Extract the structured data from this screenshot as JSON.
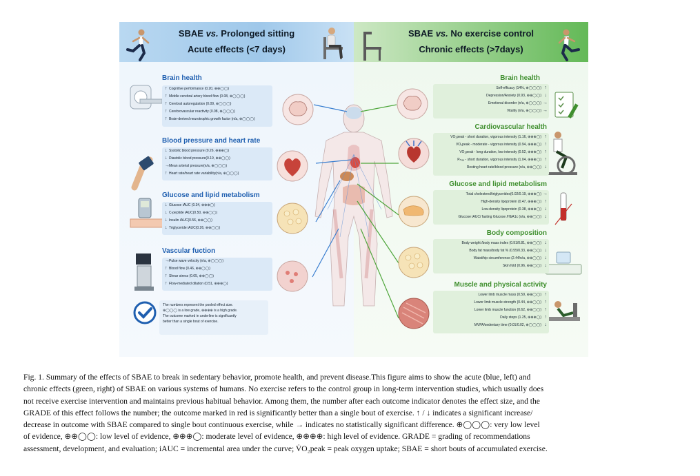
{
  "figure": {
    "left_header": {
      "prefix": "SBAE",
      "vs": "vs.",
      "comparison": "Prolonged sitting",
      "subtitle": "Acute effects (<7 days)"
    },
    "right_header": {
      "prefix": "SBAE",
      "vs": "vs.",
      "comparison": "No exercise control",
      "subtitle": "Chronic effects (>7days)"
    },
    "left_sections": [
      {
        "title": "Brain health",
        "rows": [
          {
            "arrow": "↑",
            "text": "Cognitive performance (0.20, ⊕⊕◯◯)"
          },
          {
            "arrow": "↑",
            "text": "Middle cerebral artery blood flow (0.08, ⊕◯◯◯)"
          },
          {
            "arrow": "↑",
            "text": "Cerebral autoregulation (0.09, ⊕◯◯◯)"
          },
          {
            "arrow": "↑",
            "text": "Cerebrovascular reactivity (0.08, ⊕◯◯◯)"
          },
          {
            "arrow": "↑",
            "text": "Brain-derived neurotrophic growth factor (n/a, ⊕◯◯◯)"
          }
        ]
      },
      {
        "title": "Blood pressure and heart rate",
        "rows": [
          {
            "arrow": "↓",
            "text": "Systolic blood pressure (0.26, ⊕⊕⊕◯)"
          },
          {
            "arrow": "↓",
            "text": "Diastolic blood pressure(0.19, ⊕⊕◯◯)"
          },
          {
            "arrow": "→",
            "text": "Mean arterial pressure(n/a, ⊕◯◯◯)"
          },
          {
            "arrow": "↑",
            "text": "Heart rate/heart rate variability(n/a, ⊕◯◯◯)"
          }
        ]
      },
      {
        "title": "Glucose and lipid metabolism",
        "rows": [
          {
            "arrow": "↓",
            "text": "Glucose iAUC (0.34, ⊕⊕⊕◯)"
          },
          {
            "arrow": "↓",
            "text": "C-peptide iAUC(0.50, ⊕⊕◯◯)"
          },
          {
            "arrow": "↓",
            "text": "Insulin iAUC(0.56, ⊕⊕◯◯)"
          },
          {
            "arrow": "↓",
            "text": "Triglyceride iAUC(0.26, ⊕⊕◯◯)"
          }
        ]
      },
      {
        "title": "Vascular fuction",
        "rows": [
          {
            "arrow": "→",
            "text": "Pulse wave velocity (n/a, ⊕◯◯◯)"
          },
          {
            "arrow": "↑",
            "text": "Blood flow (0.46, ⊕⊕◯◯)"
          },
          {
            "arrow": "↑",
            "text": "Shear stress (0.65, ⊕⊕◯◯)"
          },
          {
            "arrow": "↑",
            "text": "Flow-mediated dilation (0.51, ⊕⊕⊕◯)"
          }
        ]
      }
    ],
    "right_sections": [
      {
        "title": "Brain health",
        "rows": [
          {
            "arrow": "↑",
            "text": "Self-efficacy (14%, ⊕◯◯◯)"
          },
          {
            "arrow": "↓",
            "text": "Depression/Anxiety (0.93, ⊕⊕◯◯)"
          },
          {
            "arrow": "→",
            "text": "Emotional disorder (n/a, ⊕◯◯◯)"
          },
          {
            "arrow": "→",
            "text": "Vitality (n/a, ⊕◯◯◯)"
          }
        ]
      },
      {
        "title": "Cardiovascular health",
        "rows": [
          {
            "arrow": "↑",
            "text": "VO₂peak - short duration, vigorous intensity (1.16, ⊕⊕⊕◯)"
          },
          {
            "arrow": "↑",
            "text": "VO₂peak - moderate - vigorous intensity (0.94, ⊕⊕⊕◯)"
          },
          {
            "arrow": "↑",
            "text": "VO₂peak - long duration, low intensity (0.52, ⊕⊕⊕◯)"
          },
          {
            "arrow": "↑",
            "text": "Pₘₐₓ - short duration, vigorous intensity (1.04, ⊕⊕⊕◯)"
          },
          {
            "arrow": "↓",
            "text": "Resting heart rate/blood pressure (n/a, ⊕⊕◯◯)"
          }
        ]
      },
      {
        "title": "Glucose and lipid metabolism",
        "rows": [
          {
            "arrow": "→",
            "text": "Total cholesterol/triglycerides(0.02/0.19, ⊕⊕⊕◯)"
          },
          {
            "arrow": "↑",
            "text": "High-density lipoprotein (0.47, ⊕⊕⊕◯)"
          },
          {
            "arrow": "↓",
            "text": "Low-density lipoprotein (0.38, ⊕⊕⊕◯)"
          },
          {
            "arrow": "↓",
            "text": "Glucose iAUC/ fasting Glucose /HbA1c (n/a, ⊕⊕◯◯)"
          }
        ]
      },
      {
        "title": "Body composition",
        "rows": [
          {
            "arrow": "↓",
            "text": "Body weight /body mass index (0.91/0.81, ⊕⊕◯◯)"
          },
          {
            "arrow": "↓",
            "text": "Body fat mass/body fat % (0.55/0.33, ⊕⊕◯◯)"
          },
          {
            "arrow": "↓",
            "text": "Waist/hip circumference (2.44/n/a, ⊕⊕◯◯)"
          },
          {
            "arrow": "↓",
            "text": "Skin fold (0.96, ⊕⊕◯◯)"
          }
        ]
      },
      {
        "title": "Muscle and physical activity",
        "rows": [
          {
            "arrow": "↑",
            "text": "Lower limb muscle mass (0.59, ⊕⊕◯◯)"
          },
          {
            "arrow": "↑",
            "text": "Lower limb muscle strength (0.44, ⊕⊕◯◯)"
          },
          {
            "arrow": "↑",
            "text": "Lower limb muscle function (0.62, ⊕⊕◯◯)"
          },
          {
            "arrow": "↑",
            "text": "Daily steps (1.25, ⊕⊕⊕◯)"
          },
          {
            "arrow": "↓",
            "text": "MVPA/sedentary time (0.01/0.02, ⊕◯◯◯)"
          }
        ]
      }
    ],
    "note": {
      "line1": "The numbers represent the pooled effect size.",
      "line2": "⊕◯◯◯ is a low grade, ⊕⊕⊕⊕ is a high grade.",
      "line3": "The outcome marked in underline is significantly",
      "line4": "better than a single bout of exercise."
    },
    "colors": {
      "left_accent": "#1f5fb0",
      "right_accent": "#3f8f2e",
      "left_panel": "#dbe9f7",
      "right_panel": "#e0f0dc"
    }
  },
  "caption": {
    "line1": "Fig. 1.  Summary of the effects of SBAE to break in sedentary behavior, promote health, and prevent disease.This figure aims to show the acute (blue, left) and",
    "line2": "chronic effects (green, right) of SBAE on various systems of humans. No exercise refers to the control group in long-term intervention studies, which usually does",
    "line3": "not receive exercise intervention and maintains previous habitual behavior. Among them, the number after each outcome indicator denotes the effect size, and the",
    "line4": "GRADE of this effect follows the number; the outcome marked in red is significantly better than a single bout of exercise. ↑ / ↓ indicates a significant increase/",
    "line5": "decrease in outcome with SBAE compared to single bout continuous exercise, while → indicates no statistically significant difference. ⊕◯◯◯: very low level",
    "line6": "of evidence, ⊕⊕◯◯: low level of evidence, ⊕⊕⊕◯: moderate level of evidence, ⊕⊕⊕⊕: high level of evidence. GRADE = grading of recommendations",
    "line7": "assessment, development, and evaluation; iAUC = incremental area under the curve; V̇O₂peak = peak oxygen uptake; SBAE = short bouts of accumulated exercise."
  }
}
